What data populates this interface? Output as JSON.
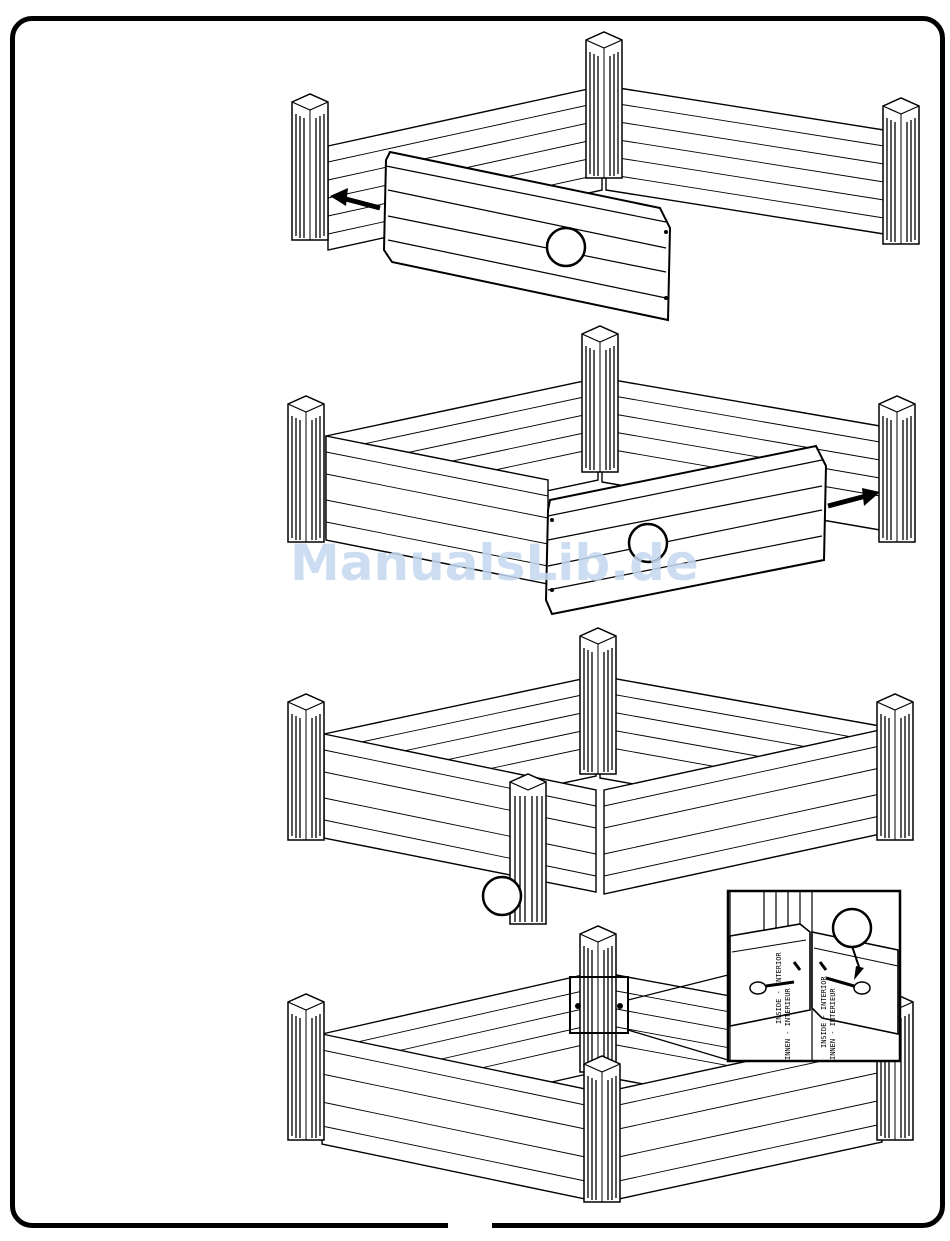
{
  "watermark": "ManualsLib.de",
  "steps": [
    {
      "id": "step-1",
      "callout_label": ""
    },
    {
      "id": "step-2",
      "callout_label": ""
    },
    {
      "id": "step-3",
      "callout_label": ""
    },
    {
      "id": "step-4",
      "callout_label": ""
    },
    {
      "id": "detail-inset",
      "callout_label": ""
    }
  ],
  "panel_label": {
    "line1": "INSIDE - INTERIOR",
    "line2": "INNEN - INTERIEUR"
  },
  "colors": {
    "line": "#000000",
    "fill": "#ffffff",
    "watermark": "#c5d8ef",
    "frame": "#000000"
  }
}
